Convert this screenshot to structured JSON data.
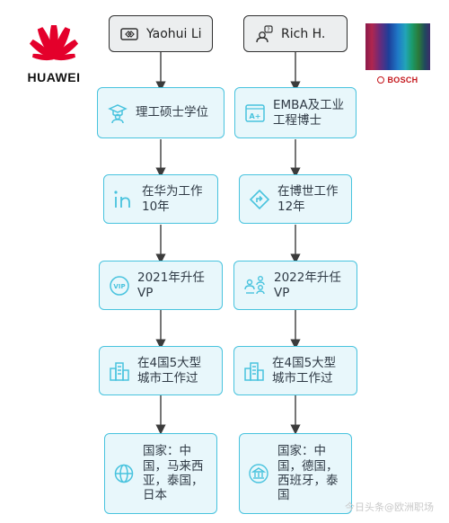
{
  "logos": {
    "left_brand": "HUAWEI",
    "right_brand": "BOSCH"
  },
  "columns": [
    {
      "person": {
        "name": "Yaohui Li",
        "icon": "id-card-icon"
      },
      "nodes": [
        {
          "text": "理工硕士学位",
          "icon": "graduate-icon"
        },
        {
          "text": "在华为工作\n10年",
          "icon": "linkedin-icon"
        },
        {
          "text": "2021年升任\nVP",
          "icon": "vip-badge-icon"
        },
        {
          "text": "在4国5大型\n城市工作过",
          "icon": "city-buildings-icon"
        },
        {
          "text": "国家：中\n国，马来西\n亚，泰国，\n日本",
          "icon": "globe-icon"
        }
      ]
    },
    {
      "person": {
        "name": "Rich H.",
        "icon": "person-question-icon"
      },
      "nodes": [
        {
          "text": "EMBA及工业\n工程博士",
          "icon": "grade-a-plus-icon"
        },
        {
          "text": "在博世工作\n12年",
          "icon": "diamond-arrow-icon"
        },
        {
          "text": "2022年升任\nVP",
          "icon": "team-icon"
        },
        {
          "text": "在4国5大型\n城市工作过",
          "icon": "city-buildings-icon"
        },
        {
          "text": "国家：中\n国，德国，\n西班牙，泰\n国",
          "icon": "bank-icon"
        }
      ]
    }
  ],
  "colors": {
    "node_fill": "#e8f7fb",
    "node_border": "#48c3de",
    "person_fill": "#eceeef",
    "huawei_red": "#e4002b",
    "bosch_red": "#c4161c"
  },
  "watermark": "今日头条@欧洲职场"
}
